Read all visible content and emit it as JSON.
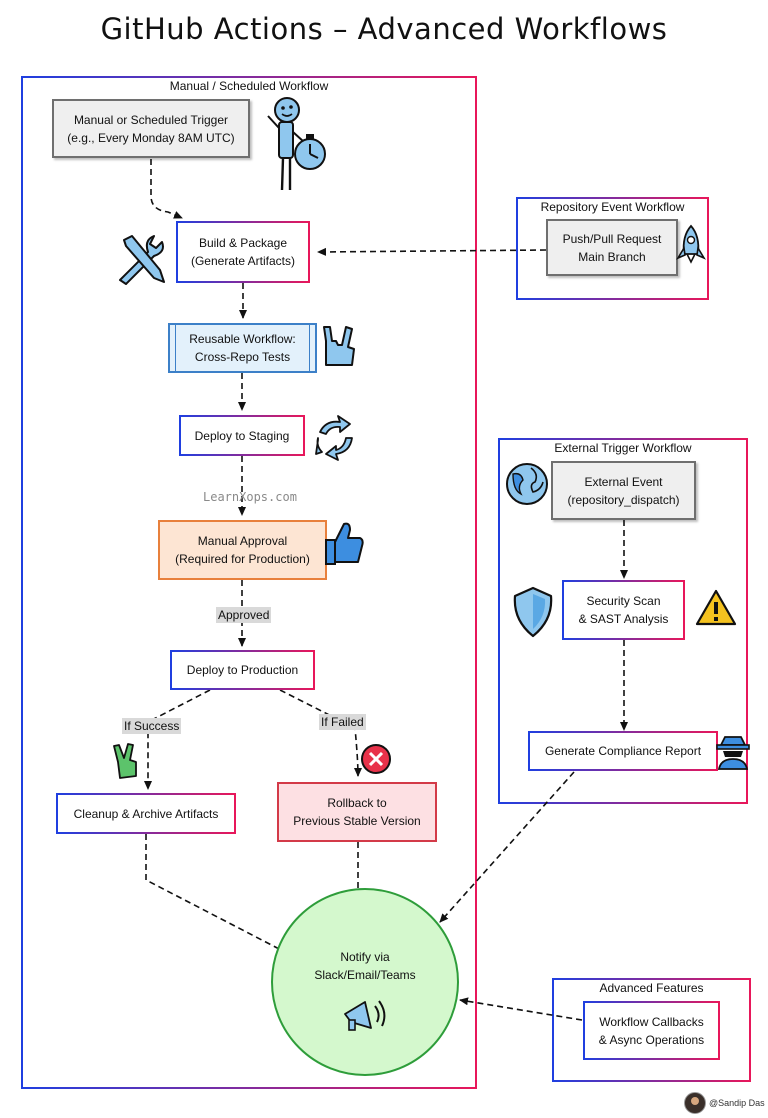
{
  "title": "GitHub Actions – Advanced Workflows",
  "groups": {
    "manual": "Manual / Scheduled Workflow",
    "repo": "Repository Event Workflow",
    "external": "External Trigger Workflow",
    "advanced": "Advanced Features"
  },
  "nodes": {
    "trigger": "Manual or Scheduled Trigger\n(e.g., Every Monday 8AM UTC)",
    "build": "Build & Package\n(Generate Artifacts)",
    "reusable": "Reusable Workflow:\nCross-Repo Tests",
    "staging": "Deploy to Staging",
    "approval": "Manual Approval\n(Required for Production)",
    "production": "Deploy to Production",
    "cleanup": "Cleanup & Archive Artifacts",
    "rollback": "Rollback to\nPrevious Stable Version",
    "notify": "Notify via\nSlack/Email/Teams",
    "push": "Push/Pull Request\nMain Branch",
    "external_event": "External Event\n(repository_dispatch)",
    "security": "Security Scan\n& SAST Analysis",
    "compliance": "Generate Compliance Report",
    "callbacks": "Workflow Callbacks\n& Async Operations"
  },
  "edge_labels": {
    "approved": "Approved",
    "success": "If Success",
    "failed": "If Failed"
  },
  "watermark": "LearnXops.com",
  "credit": "@Sandip Das",
  "icons": [
    "stick-figure-stopwatch-icon",
    "tools-icon",
    "rock-hand-icon",
    "cycle-arrows-icon",
    "thumbs-up-icon",
    "peace-hand-icon",
    "error-x-icon",
    "megaphone-icon",
    "rocket-icon",
    "globe-icon",
    "shield-icon",
    "warning-icon",
    "spy-icon"
  ],
  "colors": {
    "gradient_start": "#1f3fe0",
    "gradient_end": "#e8175a",
    "approval_fill": "#fde5d3",
    "approval_border": "#e8803c",
    "rollback_fill": "#fde0e3",
    "rollback_border": "#d33a48",
    "reusable_fill": "#e3f1fb",
    "notify_fill": "#d4f8cd",
    "notify_border": "#2e9d3a"
  }
}
